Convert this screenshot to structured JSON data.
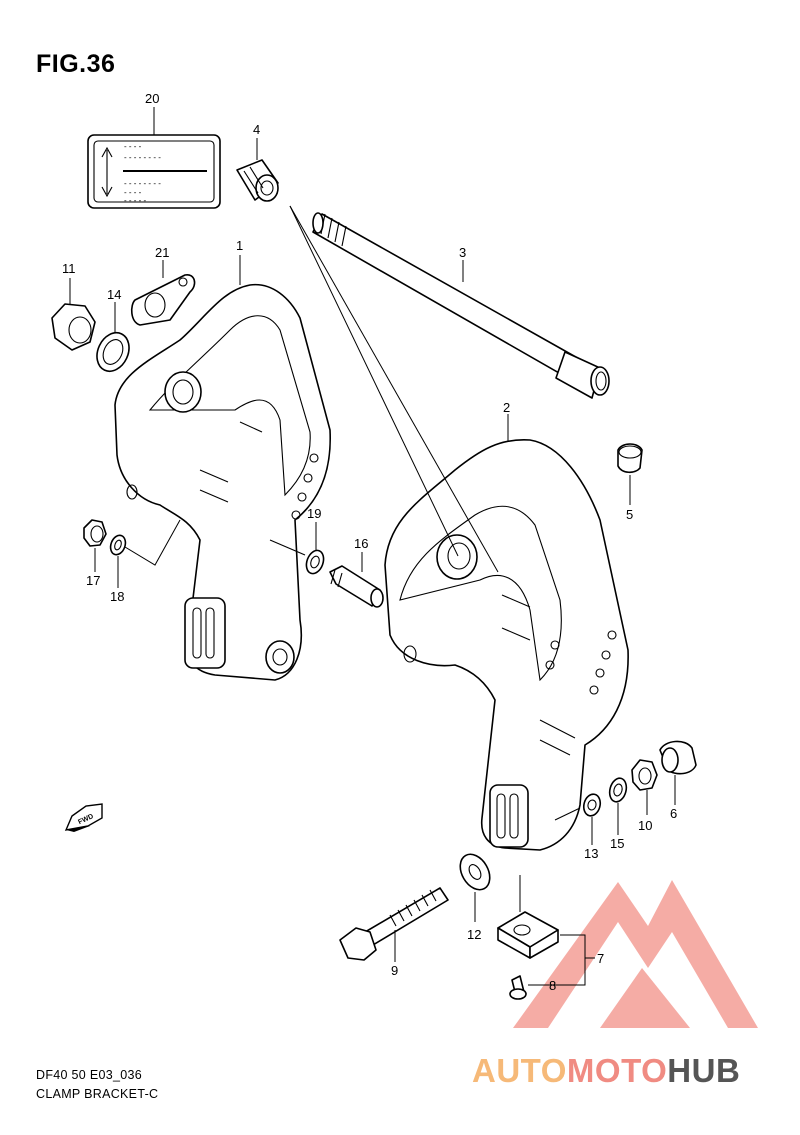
{
  "figure": {
    "title": "FIG.36",
    "model_code": "DF40 50 E03_036",
    "caption": "CLAMP BRACKET-C"
  },
  "label_plate": {
    "lines": [
      "- - - -",
      "- - - - - - - -",
      "- - - - - - - -",
      "- - - -",
      "- - - - -"
    ]
  },
  "fwd_mark": "FWD",
  "part_numbers": [
    "1",
    "2",
    "3",
    "4",
    "5",
    "6",
    "7",
    "8",
    "9",
    "10",
    "11",
    "12",
    "13",
    "14",
    "15",
    "16",
    "17",
    "18",
    "19",
    "20",
    "21"
  ],
  "watermark": {
    "part1": "AUTO",
    "part2": "MOTO",
    "part3": "HUB",
    "colors": {
      "auto": "#f6b978",
      "moto": "#f08b82",
      "hub": "#555555",
      "logo": "#f4a39b"
    }
  }
}
